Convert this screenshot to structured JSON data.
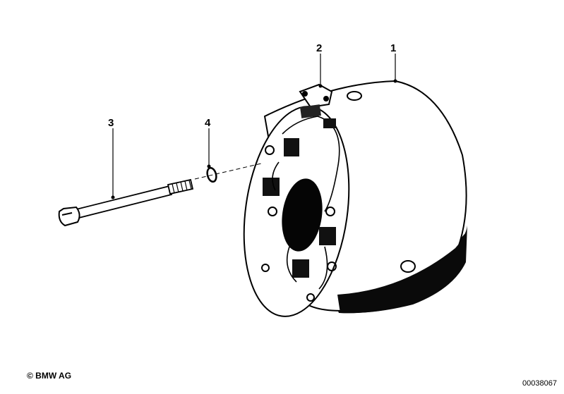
{
  "callouts": [
    {
      "id": "1",
      "label": "1"
    },
    {
      "id": "2",
      "label": "2"
    },
    {
      "id": "3",
      "label": "3"
    },
    {
      "id": "4",
      "label": "4"
    }
  ],
  "footer": {
    "copyright": "© BMW AG",
    "diagram_number": "00038067"
  }
}
